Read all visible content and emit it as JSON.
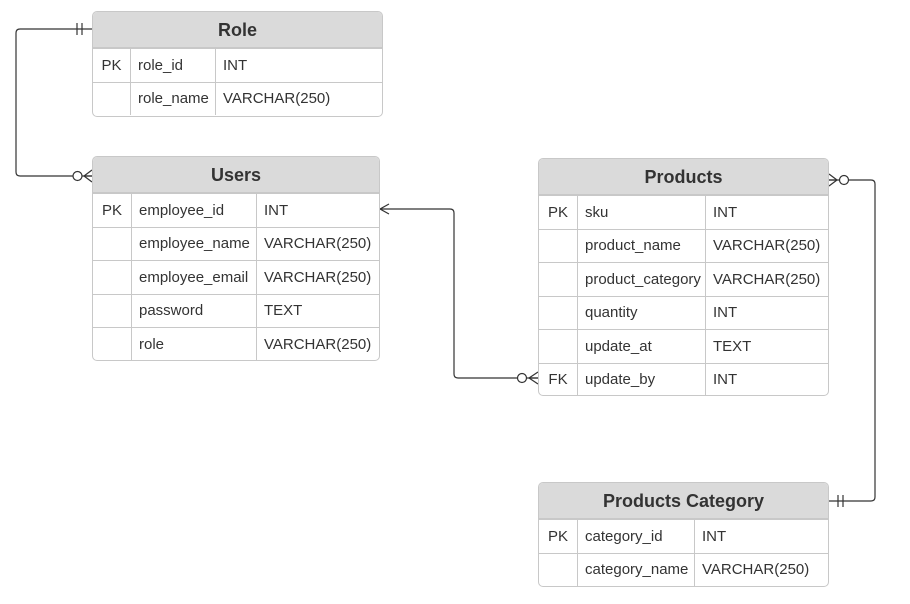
{
  "entities": {
    "role": {
      "title": "Role",
      "rows": [
        {
          "key": "PK",
          "name": "role_id",
          "type": "INT"
        },
        {
          "key": "",
          "name": "role_name",
          "type": "VARCHAR(250)"
        }
      ]
    },
    "users": {
      "title": "Users",
      "rows": [
        {
          "key": "PK",
          "name": "employee_id",
          "type": "INT"
        },
        {
          "key": "",
          "name": "employee_name",
          "type": "VARCHAR(250)"
        },
        {
          "key": "",
          "name": "employee_email",
          "type": "VARCHAR(250)"
        },
        {
          "key": "",
          "name": "password",
          "type": "TEXT"
        },
        {
          "key": "",
          "name": "role",
          "type": "VARCHAR(250)"
        }
      ]
    },
    "products": {
      "title": "Products",
      "rows": [
        {
          "key": "PK",
          "name": "sku",
          "type": "INT"
        },
        {
          "key": "",
          "name": "product_name",
          "type": "VARCHAR(250)"
        },
        {
          "key": "",
          "name": "product_category",
          "type": "VARCHAR(250)"
        },
        {
          "key": "",
          "name": "quantity",
          "type": "INT"
        },
        {
          "key": "",
          "name": "update_at",
          "type": "TEXT"
        },
        {
          "key": "FK",
          "name": "update_by",
          "type": "INT"
        }
      ]
    },
    "products_category": {
      "title": "Products Category",
      "rows": [
        {
          "key": "PK",
          "name": "category_id",
          "type": "INT"
        },
        {
          "key": "",
          "name": "category_name",
          "type": "VARCHAR(250)"
        }
      ]
    }
  },
  "relationships": [
    {
      "from": "role",
      "to": "users",
      "from_cardinality": "one-and-only-one",
      "to_cardinality": "zero-or-many"
    },
    {
      "from": "products",
      "to": "users",
      "from_cardinality": "zero-or-many",
      "to_cardinality": "reference-arrow"
    },
    {
      "from": "products_category",
      "to": "products",
      "from_cardinality": "one-and-only-one",
      "to_cardinality": "zero-or-many"
    }
  ],
  "colors": {
    "header_fill": "#dadada",
    "border": "#c8c8c8",
    "line": "#333333",
    "text": "#333333"
  }
}
